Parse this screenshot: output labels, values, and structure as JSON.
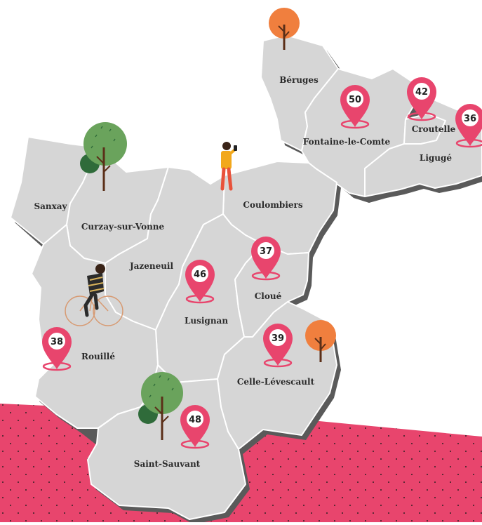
{
  "colors": {
    "pink": "#e8456d",
    "commune_fill": "#d6d6d6",
    "commune_shadow": "#5a5a5a",
    "tree_green": "#6aa35c",
    "tree_dark": "#2f6b3a",
    "tree_orange": "#f07f3e",
    "trunk": "#5b2f18"
  },
  "communes": [
    {
      "id": "beruges",
      "label": "Béruges"
    },
    {
      "id": "fontaine-le-comte",
      "label": "Fontaine-le-Comte"
    },
    {
      "id": "croutelle",
      "label": "Croutelle"
    },
    {
      "id": "liguge",
      "label": "Ligugé"
    },
    {
      "id": "coulombiers",
      "label": "Coulombiers"
    },
    {
      "id": "sanxay",
      "label": "Sanxay"
    },
    {
      "id": "curzay-sur-vonne",
      "label": "Curzay-sur-Vonne"
    },
    {
      "id": "jazeneuil",
      "label": "Jazeneuil"
    },
    {
      "id": "lusignan",
      "label": "Lusignan"
    },
    {
      "id": "cloue",
      "label": "Cloué"
    },
    {
      "id": "rouille",
      "label": "Rouillé"
    },
    {
      "id": "celle-levescault",
      "label": "Celle-Lévescault"
    },
    {
      "id": "saint-sauvant",
      "label": "Saint-Sauvant"
    }
  ],
  "pins": [
    {
      "id": "fontaine-le-comte",
      "value": "50"
    },
    {
      "id": "croutelle",
      "value": "42"
    },
    {
      "id": "liguge",
      "value": "36"
    },
    {
      "id": "cloue",
      "value": "37"
    },
    {
      "id": "lusignan",
      "value": "46"
    },
    {
      "id": "rouille",
      "value": "38"
    },
    {
      "id": "celle-levescault",
      "value": "39"
    },
    {
      "id": "saint-sauvant",
      "value": "48"
    }
  ],
  "icons": [
    "pedestrian-with-phone-icon",
    "cyclist-icon",
    "green-tree-icon",
    "orange-tree-icon",
    "map-pin-icon"
  ]
}
